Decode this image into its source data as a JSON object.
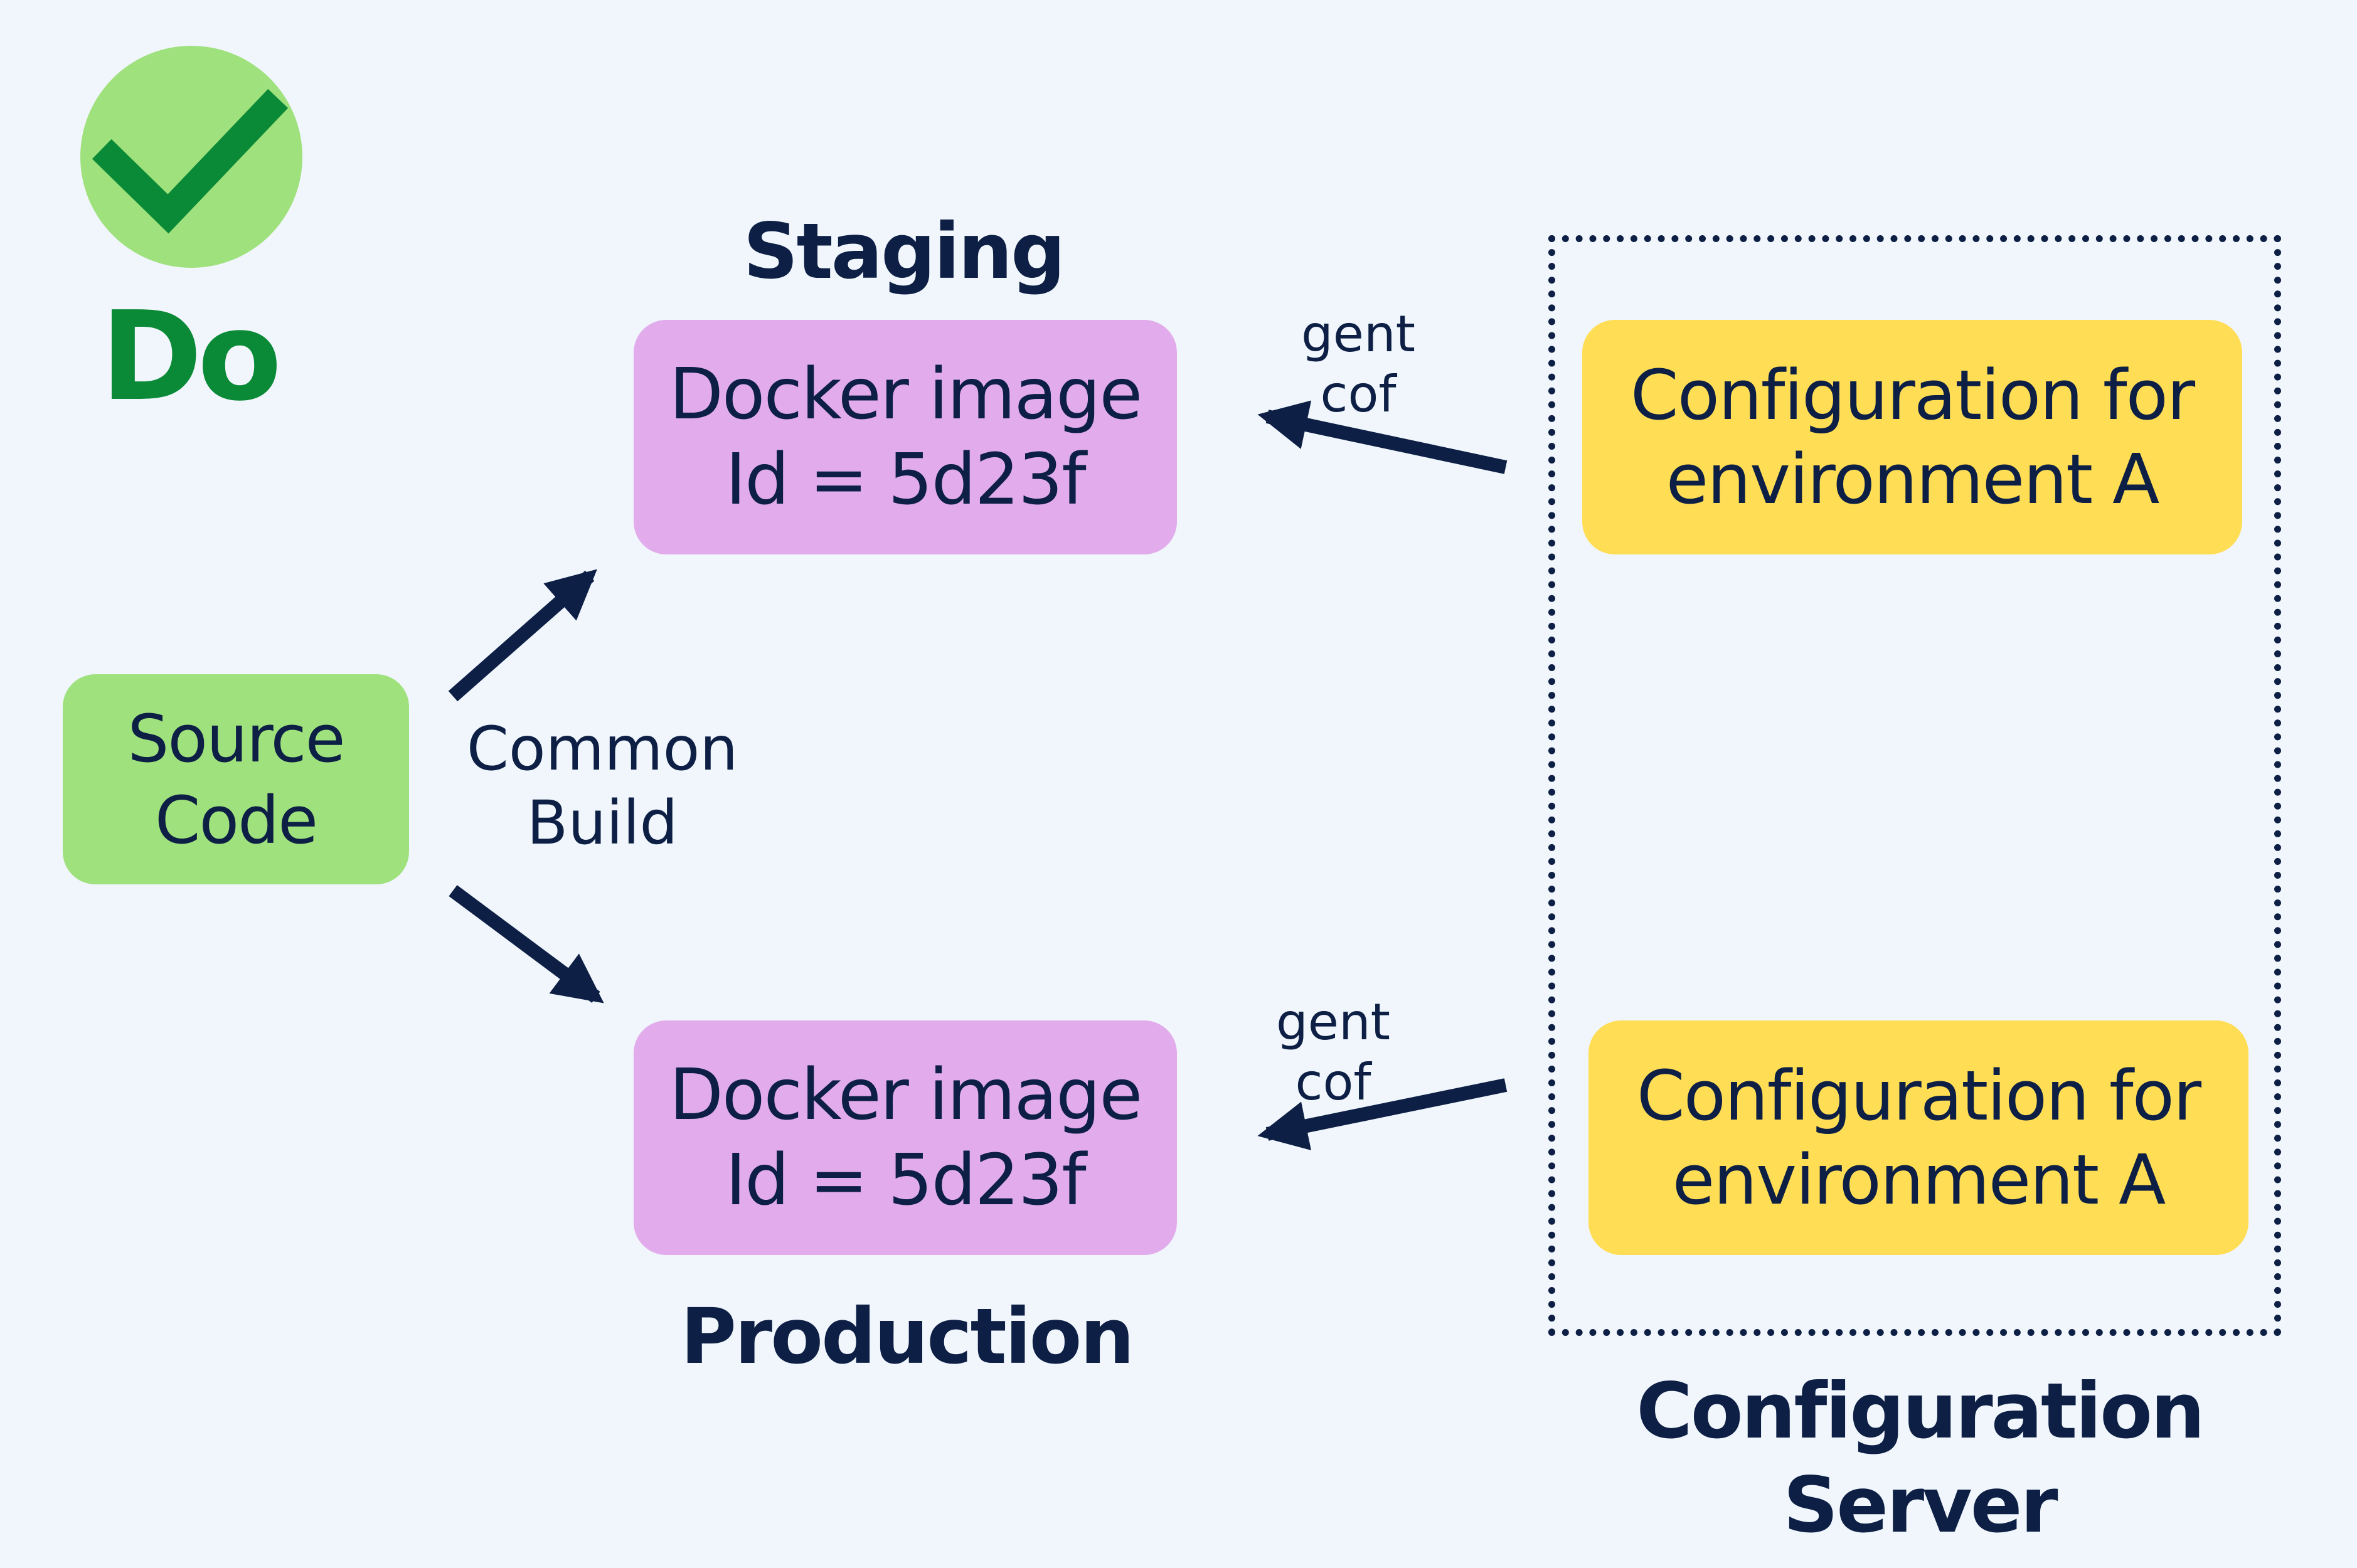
{
  "badge": {
    "icon": "checkmark-icon",
    "label": "Do",
    "circle_color": "#9fe17d",
    "check_color": "#0a8a36"
  },
  "source": {
    "line1": "Source",
    "line2": "Code"
  },
  "build_label": {
    "line1": "Common",
    "line2": "Build"
  },
  "staging": {
    "heading": "Staging",
    "image_line1": "Docker image",
    "image_line2": "Id = 5d23f",
    "arrow_label_line1": "gent",
    "arrow_label_line2": "cof"
  },
  "production": {
    "heading": "Production",
    "image_line1": "Docker image",
    "image_line2": "Id = 5d23f",
    "arrow_label_line1": "gent",
    "arrow_label_line2": "cof"
  },
  "config_server": {
    "title_line1": "Configuration",
    "title_line2": "Server",
    "config_a": {
      "line1": "Configuration for",
      "line2": "environment A"
    },
    "config_b": {
      "line1": "Configuration for",
      "line2": "environment A"
    }
  },
  "colors": {
    "ink": "#0d1f44",
    "source_box": "#9fe17d",
    "docker_box": "#e2acec",
    "config_box": "#ffdd55",
    "background": "#f0f6fc"
  }
}
